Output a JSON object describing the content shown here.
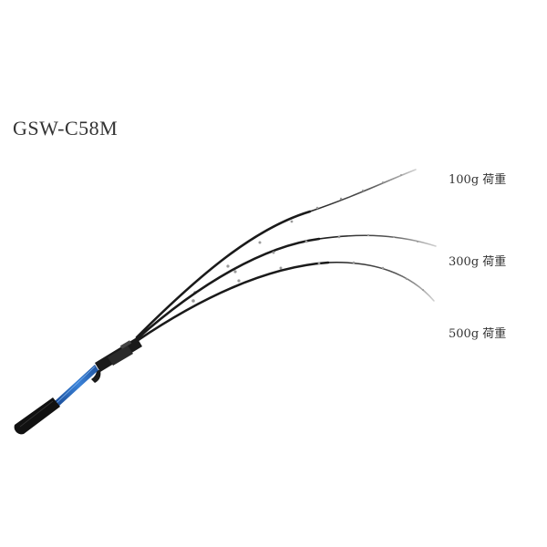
{
  "title": "GSW-C58M",
  "loads": [
    {
      "label": "100g 荷重"
    },
    {
      "label": "300g 荷重"
    },
    {
      "label": "500g 荷重"
    }
  ],
  "colors": {
    "background": "#ffffff",
    "text": "#333333",
    "blank": "#1a1a1a",
    "tip": "#cccccc",
    "butt_accent": "#2f6fc4",
    "grip": "#111111"
  }
}
